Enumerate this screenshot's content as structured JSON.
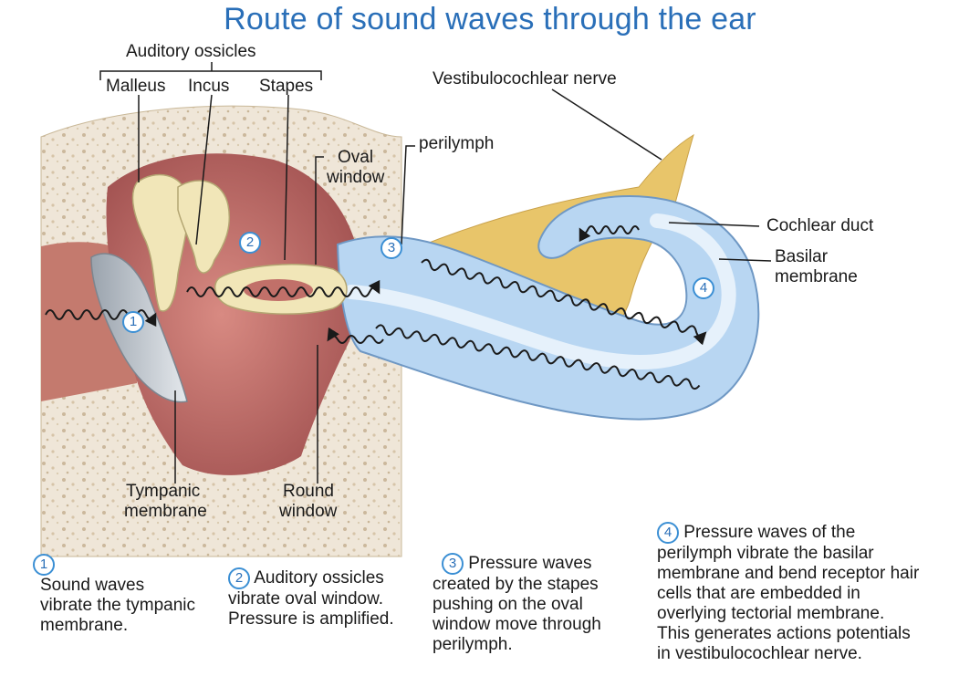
{
  "title": "Route of sound waves through the ear",
  "labels": {
    "auditory_ossicles": "Auditory ossicles",
    "malleus": "Malleus",
    "incus": "Incus",
    "stapes": "Stapes",
    "oval_window_1": "Oval",
    "oval_window_2": "window",
    "perilymph": "perilymph",
    "vestibulocochlear_nerve": "Vestibulocochlear nerve",
    "cochlear_duct": "Cochlear duct",
    "basilar_membrane_1": "Basilar",
    "basilar_membrane_2": "membrane",
    "tympanic_membrane_1": "Tympanic",
    "tympanic_membrane_2": "membrane",
    "round_window_1": "Round",
    "round_window_2": "window"
  },
  "steps": [
    {
      "num": "1",
      "lines": [
        "Sound waves",
        "vibrate the tympanic",
        "membrane."
      ]
    },
    {
      "num": "2",
      "lines": [
        "Auditory ossicles",
        "vibrate oval window.",
        "Pressure is amplified."
      ]
    },
    {
      "num": "3",
      "lines": [
        "Pressure waves",
        "created by the stapes",
        "pushing on the oval",
        "window move through",
        "perilymph."
      ]
    },
    {
      "num": "4",
      "lines": [
        "Pressure waves of the",
        "perilymph vibrate the basilar",
        "membrane and bend receptor hair",
        "cells that are embedded in",
        "overlying tectorial membrane.",
        "This generates actions potentials",
        "in vestibulocochlear nerve."
      ]
    }
  ],
  "colors": {
    "title": "#2a6fb8",
    "badge": "#3b8fd4",
    "bone": "#efe6d8",
    "middle_ear": "#b85a5a",
    "cochlea": "#b8d6f2",
    "nerve": "#e8c56a"
  }
}
